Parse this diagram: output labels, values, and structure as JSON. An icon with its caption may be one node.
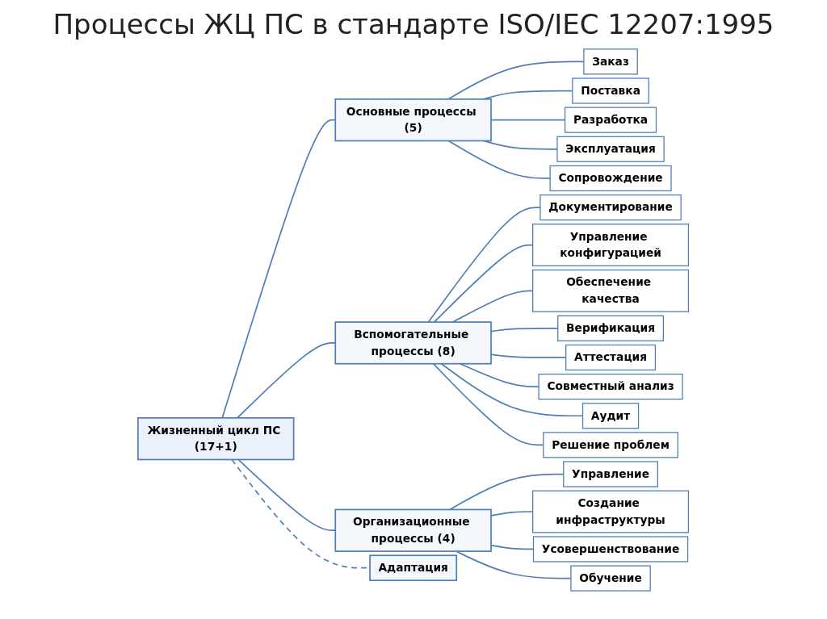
{
  "diagram": {
    "title": "Процессы ЖЦ ПС в стандарте ISO/IEC 12207:1995",
    "nodes": [
      {
        "text": [
          "Жизненный цикл ПС (17+1)"
        ]
      },
      {
        "text": [
          "Основные процессы (5)"
        ]
      },
      {
        "text": [
          "Заказ"
        ]
      },
      {
        "text": [
          "Поставка"
        ]
      },
      {
        "text": [
          "Разработка"
        ]
      },
      {
        "text": [
          "Эксплуатация"
        ]
      },
      {
        "text": [
          "Сопровождение"
        ]
      },
      {
        "text": [
          "Вспомогательные процессы (8)"
        ]
      },
      {
        "text": [
          "Документирование"
        ]
      },
      {
        "text": [
          "Управление конфигурацией"
        ]
      },
      {
        "text": [
          "Обеспечение качества"
        ]
      },
      {
        "text": [
          "Верификация"
        ]
      },
      {
        "text": [
          "Аттестация"
        ]
      },
      {
        "text": [
          "Совместный анализ"
        ]
      },
      {
        "text": [
          "Аудит"
        ]
      },
      {
        "text": [
          "Решение проблем"
        ]
      },
      {
        "text": [
          "Организационные процессы (4)"
        ]
      },
      {
        "text": [
          "Управление"
        ]
      },
      {
        "text": [
          "Создание инфраструктуры"
        ]
      },
      {
        "text": [
          "Усовершенствование"
        ]
      },
      {
        "text": [
          "Обучение"
        ]
      },
      {
        "text": [
          "Адаптация"
        ]
      }
    ],
    "edges": [
      {
        "from": 0,
        "to": 1,
        "arrow": "none"
      },
      {
        "from": 1,
        "to": 2,
        "arrow": "none"
      },
      {
        "from": 1,
        "to": 3,
        "arrow": "none"
      },
      {
        "from": 1,
        "to": 4,
        "arrow": "none"
      },
      {
        "from": 1,
        "to": 5,
        "arrow": "none"
      },
      {
        "from": 1,
        "to": 6,
        "arrow": "none"
      },
      {
        "from": 0,
        "to": 7,
        "arrow": "none"
      },
      {
        "from": 7,
        "to": 8,
        "arrow": "none"
      },
      {
        "from": 7,
        "to": 9,
        "arrow": "none"
      },
      {
        "from": 7,
        "to": 10,
        "arrow": "none"
      },
      {
        "from": 7,
        "to": 11,
        "arrow": "none"
      },
      {
        "from": 7,
        "to": 12,
        "arrow": "none"
      },
      {
        "from": 7,
        "to": 13,
        "arrow": "none"
      },
      {
        "from": 7,
        "to": 14,
        "arrow": "none"
      },
      {
        "from": 7,
        "to": 15,
        "arrow": "none"
      },
      {
        "from": 0,
        "to": 16,
        "arrow": "none"
      },
      {
        "from": 16,
        "to": 17,
        "arrow": "none"
      },
      {
        "from": 16,
        "to": 18,
        "arrow": "none"
      },
      {
        "from": 16,
        "to": 19,
        "arrow": "none"
      },
      {
        "from": 16,
        "to": 20,
        "arrow": "none"
      },
      {
        "from": 0,
        "to": 21,
        "arrow": "none",
        "style": "dashed"
      }
    ]
  }
}
